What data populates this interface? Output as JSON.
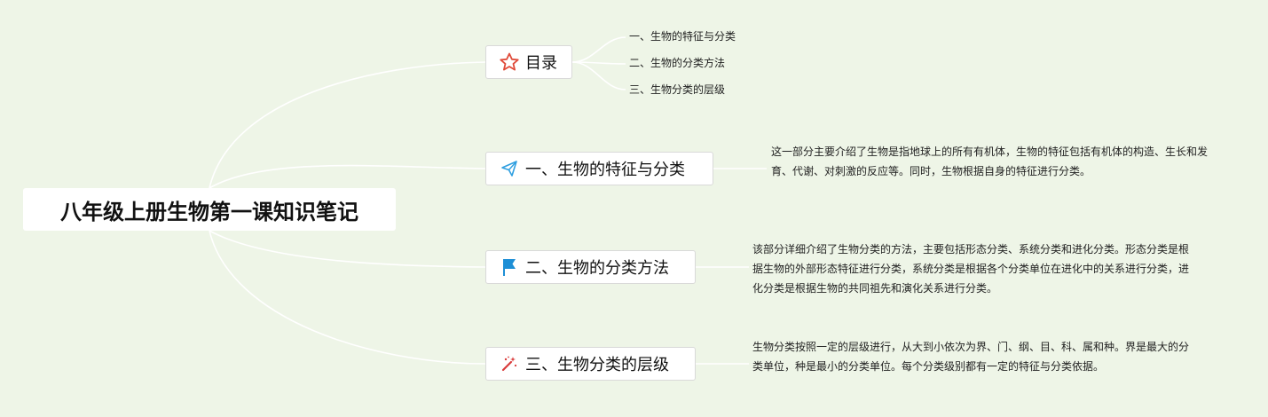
{
  "root": {
    "title": "八年级上册生物第一课知识笔记"
  },
  "toc": {
    "label": "目录",
    "icon": "star-icon",
    "items": [
      "一、生物的特征与分类",
      "二、生物的分类方法",
      "三、生物分类的层级"
    ]
  },
  "topics": [
    {
      "label": "一、生物的特征与分类",
      "icon": "paper-plane-icon",
      "note": "这一部分主要介绍了生物是指地球上的所有有机体，生物的特征包括有机体的构造、生长和发育、代谢、对刺激的反应等。同时，生物根据自身的特征进行分类。"
    },
    {
      "label": "二、生物的分类方法",
      "icon": "flag-icon",
      "note": "该部分详细介绍了生物分类的方法，主要包括形态分类、系统分类和进化分类。形态分类是根据生物的外部形态特征进行分类，系统分类是根据各个分类单位在进化中的关系进行分类，进化分类是根据生物的共同祖先和演化关系进行分类。"
    },
    {
      "label": "三、生物分类的层级",
      "icon": "magic-wand-icon",
      "note": "生物分类按照一定的层级进行，从大到小依次为界、门、纲、目、科、属和种。界是最大的分类单位，种是最小的分类单位。每个分类级别都有一定的特征与分类依据。"
    }
  ],
  "colors": {
    "background": "#eef5e7",
    "connector": "#ffffff",
    "star": "#e04b3a",
    "plane": "#2f9fe0",
    "flag": "#1e8fd6",
    "wand": "#d93b3b"
  }
}
